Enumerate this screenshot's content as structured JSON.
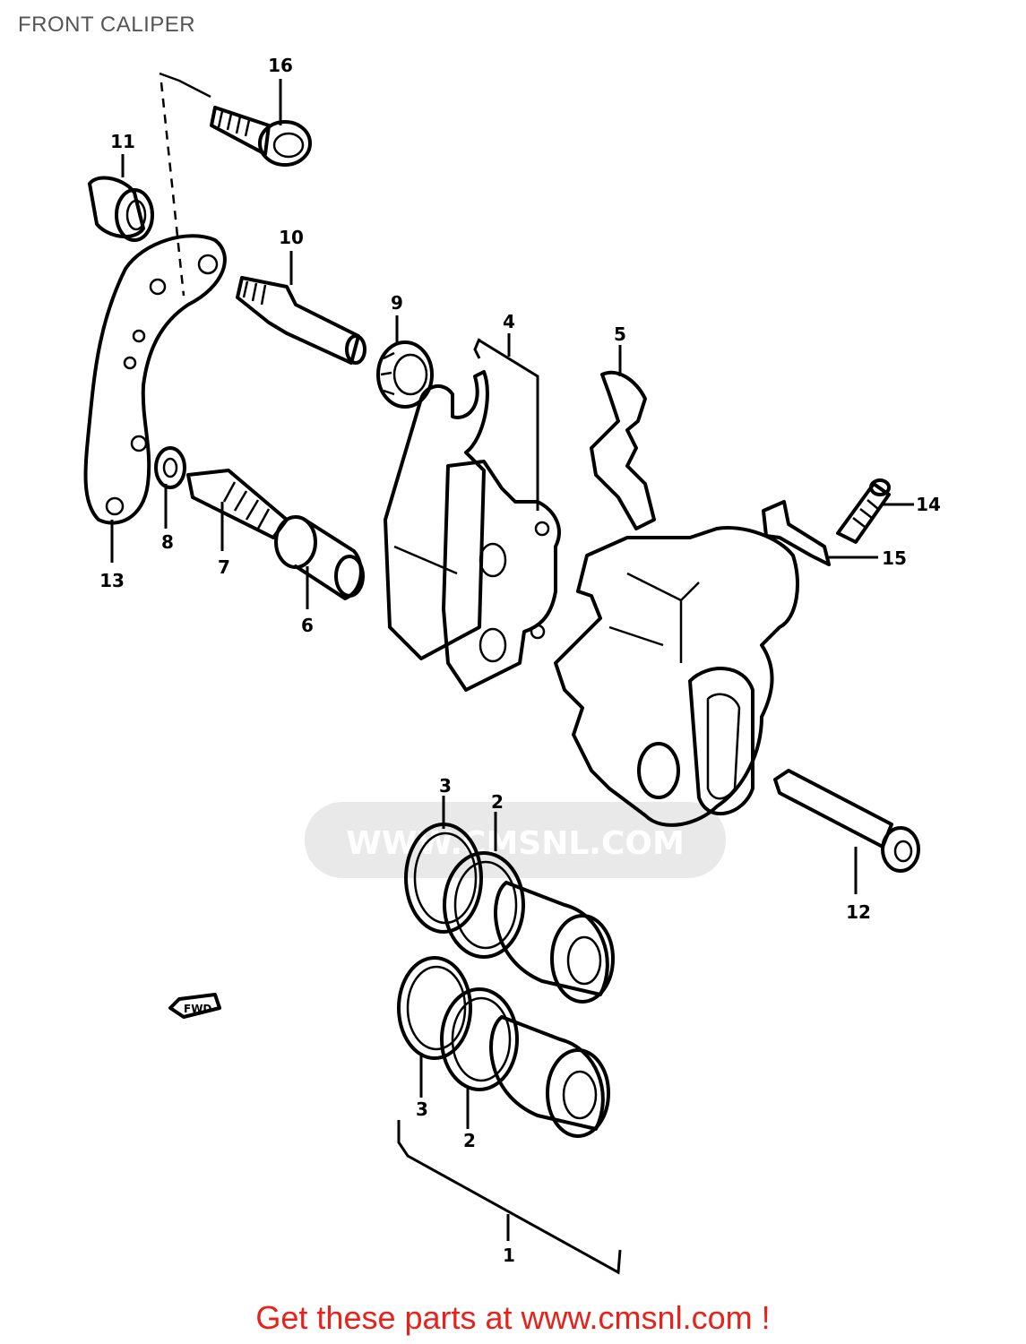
{
  "title": "FRONT CALIPER",
  "watermark": "WWW.CMSNL.COM",
  "footer": "Get these parts at www.cmsnl.com !",
  "fwd_marker": "FWD",
  "callouts": {
    "p1": "1",
    "p2a": "2",
    "p2b": "2",
    "p3a": "3",
    "p3b": "3",
    "p4": "4",
    "p5": "5",
    "p6": "6",
    "p7": "7",
    "p8": "8",
    "p9": "9",
    "p10": "10",
    "p11": "11",
    "p12": "12",
    "p13": "13",
    "p14": "14",
    "p15": "15",
    "p16": "16"
  },
  "colors": {
    "footer": "#e8221b",
    "title": "#555555",
    "watermark": "#e9e9e9"
  }
}
